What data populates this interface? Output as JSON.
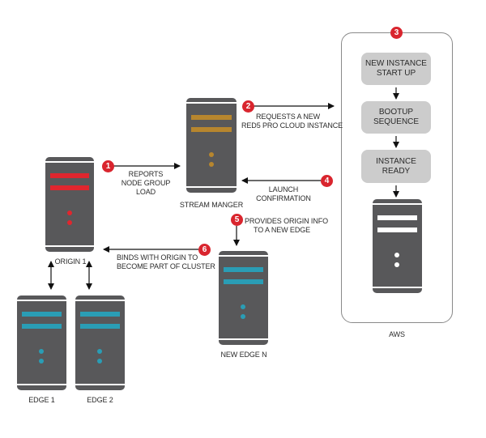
{
  "diagram": {
    "colors": {
      "server_body": "#58585a",
      "origin_accent": "#e0262e",
      "stream_manager_accent": "#b7862e",
      "edge_accent": "#2a9db5",
      "aws_accent": "#ffffff",
      "badge": "#d9252e",
      "card": "#cccccc"
    },
    "nodes": {
      "origin": {
        "label": "ORIGIN 1"
      },
      "stream_manager": {
        "label": "STREAM MANGER"
      },
      "new_edge": {
        "label": "NEW EDGE N"
      },
      "edge1": {
        "label": "EDGE 1"
      },
      "edge2": {
        "label": "EDGE 2"
      },
      "aws": {
        "label": "AWS"
      }
    },
    "aws_steps": [
      {
        "line1": "NEW INSTANCE",
        "line2": "START UP"
      },
      {
        "line1": "BOOTUP",
        "line2": "SEQUENCE"
      },
      {
        "line1": "INSTANCE",
        "line2": "READY"
      }
    ],
    "steps": [
      {
        "number": "1",
        "lines": [
          "REPORTS",
          "NODE GROUP",
          "LOAD"
        ]
      },
      {
        "number": "2",
        "lines": [
          "REQUESTS A NEW",
          "RED5 PRO CLOUD INSTANCE"
        ]
      },
      {
        "number": "3"
      },
      {
        "number": "4",
        "lines": [
          "LAUNCH",
          "CONFIRMATION"
        ]
      },
      {
        "number": "5",
        "lines": [
          "PROVIDES ORIGIN INFO",
          "TO A NEW EDGE"
        ]
      },
      {
        "number": "6",
        "lines": [
          "BINDS WITH ORIGIN TO",
          "BECOME PART OF CLUSTER"
        ]
      }
    ]
  }
}
